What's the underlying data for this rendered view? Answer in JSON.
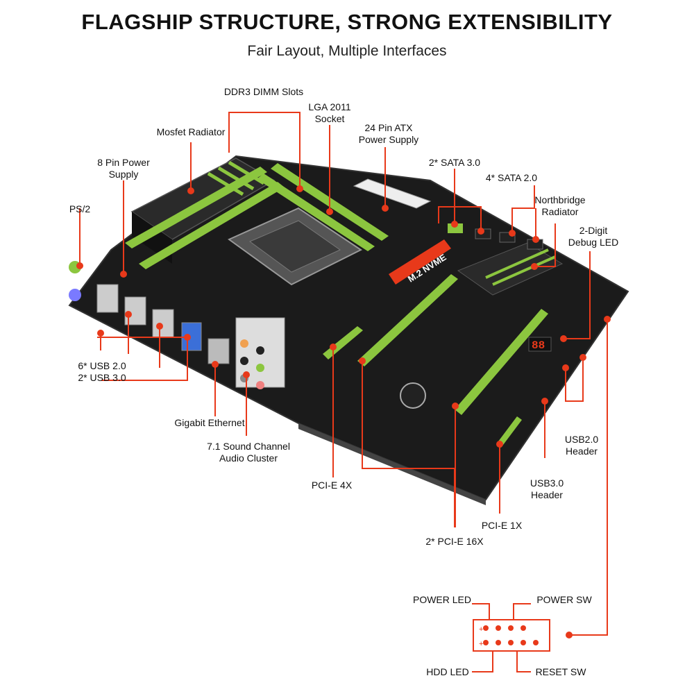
{
  "header": {
    "title": "FLAGSHIP STRUCTURE, STRONG EXTENSIBILITY",
    "subtitle": "Fair Layout, Multiple Interfaces"
  },
  "colors": {
    "leader_line": "#e8391a",
    "board": "#1b1b1b",
    "slot_green": "#8cc63f",
    "accent_red": "#e8391a"
  },
  "board_text": {
    "m2": "M.2 NVME"
  },
  "labels": {
    "ddr3": "DDR3 DIMM Slots",
    "lga": "LGA 2011\nSocket",
    "mosfet": "Mosfet Radiator",
    "atx24": "24 Pin ATX\nPower Supply",
    "pin8": "8 Pin Power\nSupply",
    "sata3": "2* SATA 3.0",
    "sata2": "4* SATA 2.0",
    "northbridge": "Northbridge\nRadiator",
    "debug": "2-Digit\nDebug LED",
    "ps2": "PS/2",
    "usb": "6* USB 2.0\n2* USB 3.0",
    "ethernet": "Gigabit Ethernet",
    "audio": "7.1 Sound Channel\nAudio Cluster",
    "pcie4x": "PCI-E 4X",
    "pcie16x": "2* PCI-E 16X",
    "pcie1x": "PCI-E 1X",
    "usb2header": "USB2.0\nHeader",
    "usb3header": "USB3.0\nHeader"
  },
  "front_panel": {
    "power_led": "POWER LED",
    "power_sw": "POWER SW",
    "hdd_led": "HDD LED",
    "reset_sw": "RESET SW",
    "debug_digits": "88"
  }
}
